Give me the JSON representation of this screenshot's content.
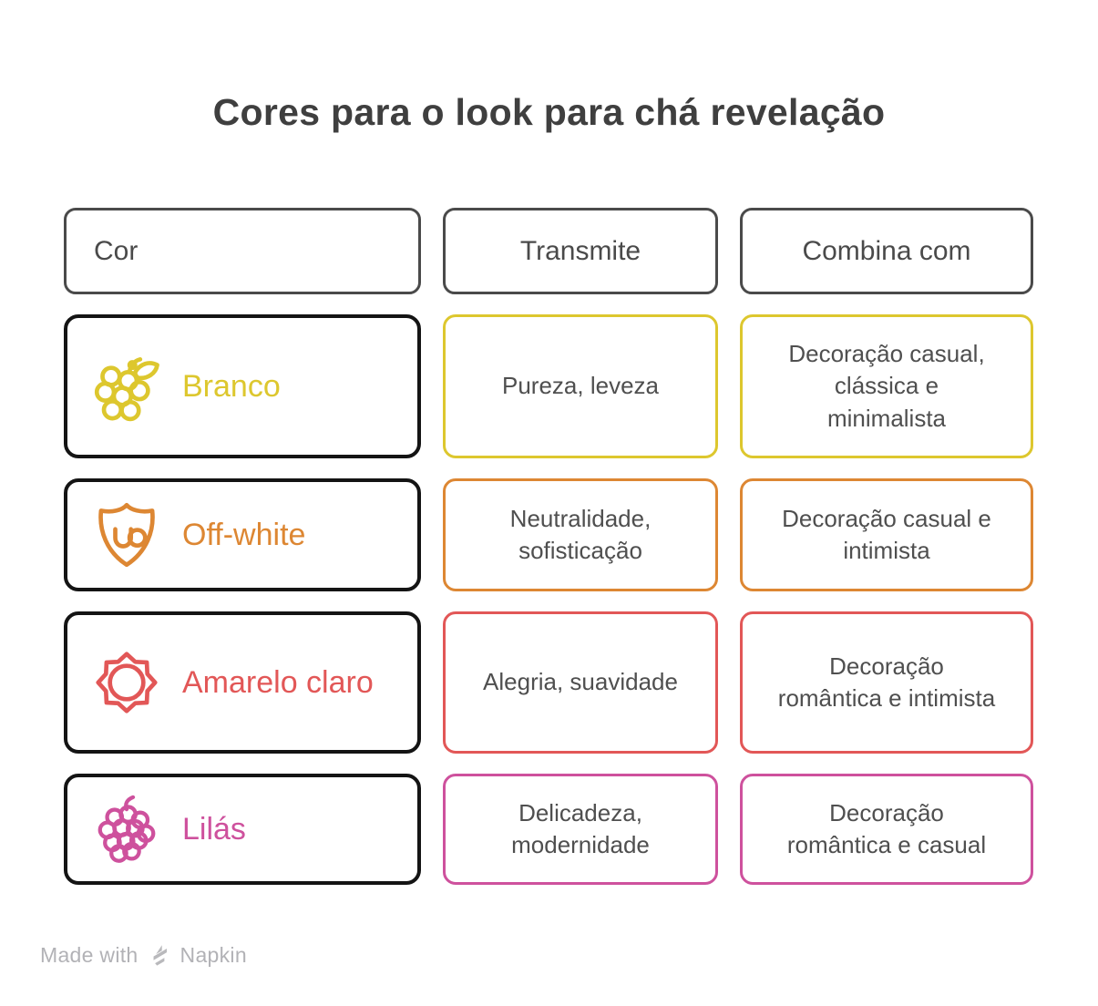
{
  "title": "Cores para o look para chá revelação",
  "table": {
    "headers": [
      {
        "label": "Cor"
      },
      {
        "label": "Transmite"
      },
      {
        "label": "Combina com"
      }
    ],
    "rows": [
      {
        "name": "Branco",
        "icon": "grapes-icon",
        "color": "#ddc72e",
        "transmite": "Pureza, leveza",
        "combina": "Decoração casual, clássica e minimalista"
      },
      {
        "name": "Off-white",
        "icon": "shield-uo-icon",
        "color": "#dd8733",
        "transmite": "Neutralidade, sofisticação",
        "combina": "Decoração casual e intimista"
      },
      {
        "name": "Amarelo claro",
        "icon": "sun-icon",
        "color": "#e25757",
        "transmite": "Alegria, suavidade",
        "combina": "Decoração romântica e intimista"
      },
      {
        "name": "Lilás",
        "icon": "raspberry-icon",
        "color": "#ce519d",
        "transmite": "Delicadeza, modernidade",
        "combina": "Decoração romântica e casual"
      }
    ]
  },
  "footer": {
    "made_with": "Made with",
    "brand": "Napkin"
  },
  "colors": {
    "background": "#ffffff",
    "title_text": "#3f3f3f",
    "header_border": "#4a4a4a",
    "row_border_dark": "#141414",
    "body_text": "#4f4f4f",
    "footer_text": "#b2b2b6"
  }
}
